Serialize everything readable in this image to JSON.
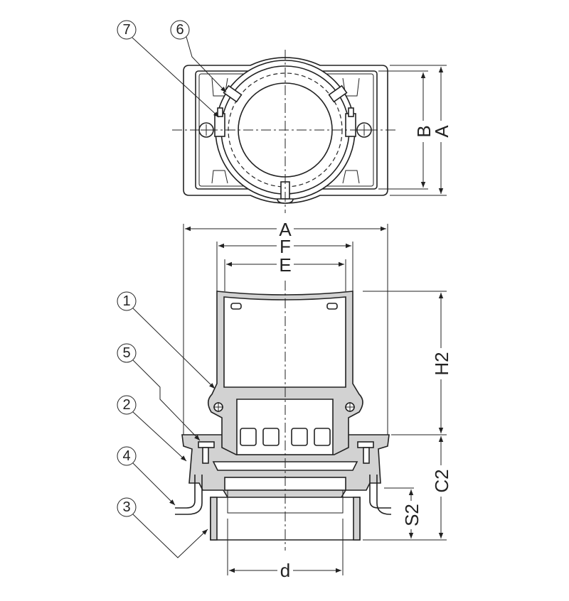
{
  "callouts": {
    "c7": "7",
    "c6": "6",
    "c1": "1",
    "c5": "5",
    "c2": "2",
    "c4": "4",
    "c3": "3"
  },
  "dimensions": {
    "top_a": "A",
    "top_b": "B",
    "front_a": "A",
    "f": "F",
    "e": "E",
    "h2": "H2",
    "c2": "C2",
    "s2": "S2",
    "d": "d"
  }
}
